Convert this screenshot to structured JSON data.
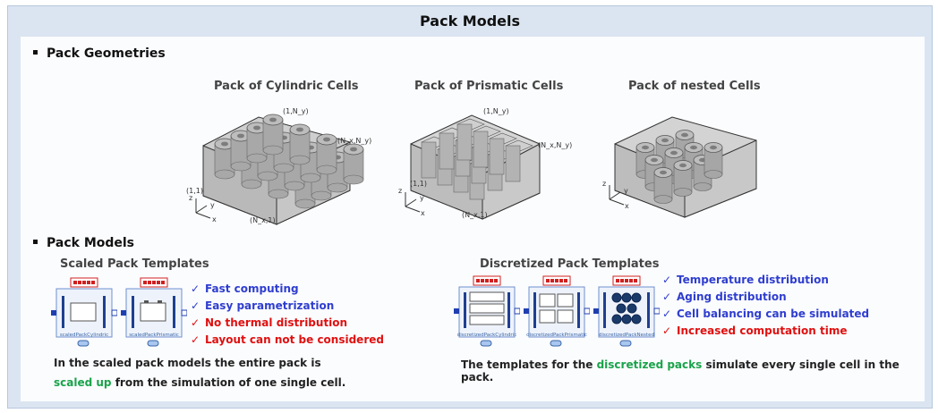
{
  "title": "Pack Models",
  "sections": {
    "geometries": "Pack Geometries",
    "models": "Pack Models"
  },
  "geometries": [
    {
      "title": "Pack of Cylindric Cells",
      "labels": {
        "top": "(1,N_y)",
        "right": "(N_x,N_y)",
        "left": "(1,1)",
        "bottom": "(N_x,1)"
      }
    },
    {
      "title": "Pack of Prismatic Cells",
      "labels": {
        "top": "(1,N_y)",
        "right": "(N_x,N_y)",
        "left": "(1,1)",
        "bottom": "(N_x,1)"
      }
    },
    {
      "title": "Pack of nested Cells"
    }
  ],
  "axis": {
    "z": "z",
    "y": "y",
    "x": "x"
  },
  "scaled": {
    "title": "Scaled Pack Templates",
    "templates": [
      "scaledPackCylindric",
      "scaledPackPrismatic"
    ],
    "checks": [
      {
        "text": "Fast computing",
        "mark": "✓",
        "type": "pro"
      },
      {
        "text": "Easy parametrization",
        "mark": "✓",
        "type": "pro"
      },
      {
        "text": "No thermal distribution",
        "mark": "✓",
        "type": "con"
      },
      {
        "text": "Layout can not be considered",
        "mark": "✓",
        "type": "con"
      }
    ],
    "note_line1": "In the scaled pack models the entire pack is",
    "note_green": "scaled up",
    "note_line2_rest": " from the simulation of one single cell."
  },
  "discretized": {
    "title": "Discretized Pack Templates",
    "templates": [
      "discretizedPackCylindric",
      "discretizedPackPrismatic",
      "discretizedPackNested"
    ],
    "checks": [
      {
        "text": "Temperature distribution",
        "mark": "✓",
        "type": "pro"
      },
      {
        "text": "Aging distribution",
        "mark": "✓",
        "type": "pro"
      },
      {
        "text": "Cell balancing can be simulated",
        "mark": "✓",
        "type": "pro"
      },
      {
        "text": "Increased computation time",
        "mark": "✓",
        "type": "con"
      }
    ],
    "note_pre": "The templates for the ",
    "note_green": "discretized packs",
    "note_post": " simulate every single cell in the pack."
  },
  "colors": {
    "pro": "#2f3ecf",
    "con": "#e01010",
    "highlight": "#1aa34a",
    "frame": "#dbe5f1"
  }
}
